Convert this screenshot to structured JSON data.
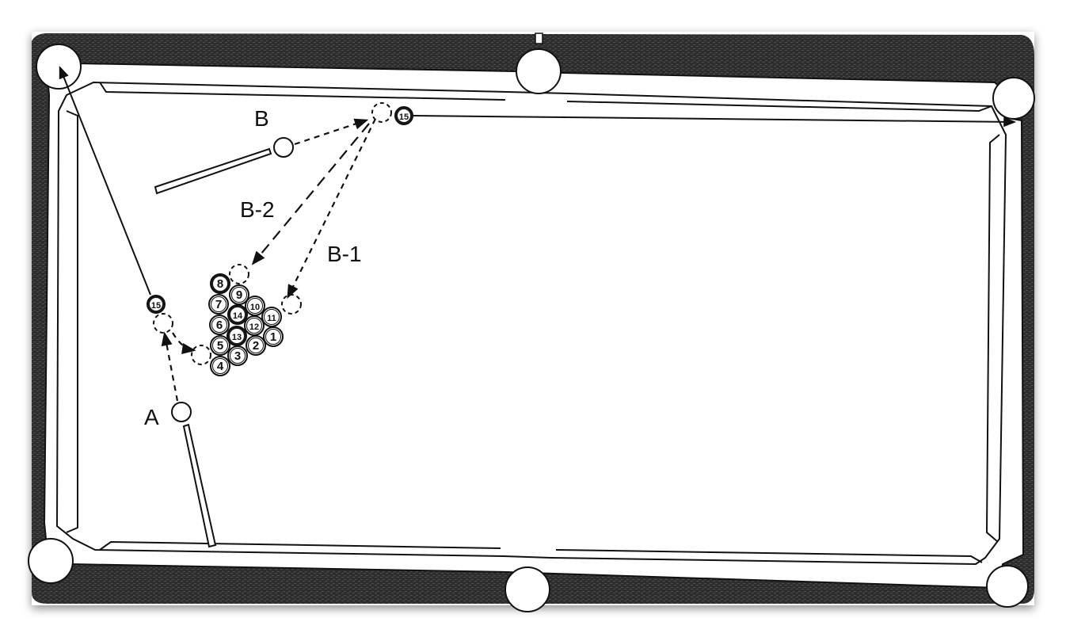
{
  "diagram": {
    "labels": {
      "shooter_a": "A",
      "shooter_b": "B",
      "path_b1": "B-1",
      "path_b2": "B-2"
    },
    "balls": [
      {
        "id": "ball-1",
        "label": "1"
      },
      {
        "id": "ball-2",
        "label": "2"
      },
      {
        "id": "ball-3",
        "label": "3"
      },
      {
        "id": "ball-4",
        "label": "4"
      },
      {
        "id": "ball-5",
        "label": "5"
      },
      {
        "id": "ball-6",
        "label": "6"
      },
      {
        "id": "ball-7",
        "label": "7"
      },
      {
        "id": "ball-8",
        "label": "8"
      },
      {
        "id": "ball-9",
        "label": "9"
      },
      {
        "id": "ball-10",
        "label": "10"
      },
      {
        "id": "ball-11",
        "label": "11"
      },
      {
        "id": "ball-12",
        "label": "12"
      },
      {
        "id": "ball-13",
        "label": "13"
      },
      {
        "id": "ball-14",
        "label": "14"
      },
      {
        "id": "ball-15-a",
        "label": "15"
      },
      {
        "id": "ball-15-b",
        "label": "15"
      }
    ],
    "colors": {
      "frame": "#2b2b2b",
      "rail_line": "#111111",
      "felt": "#ffffff",
      "background": "#ffffff"
    }
  }
}
